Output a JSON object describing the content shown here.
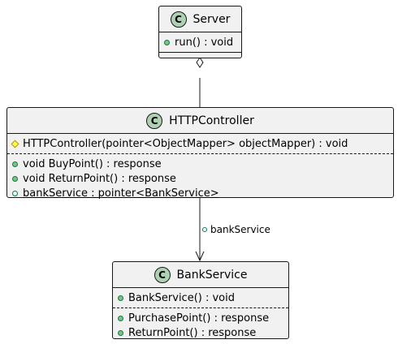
{
  "classes": {
    "server": {
      "badge": "C",
      "name": "Server",
      "methods": [
        {
          "visibility": "public",
          "text": "run() : void"
        }
      ]
    },
    "http_controller": {
      "badge": "C",
      "name": "HTTPController",
      "section1": [
        {
          "visibility": "protected",
          "text": "HTTPController(pointer<ObjectMapper> objectMapper) : void"
        }
      ],
      "section2": [
        {
          "visibility": "public",
          "text": "void BuyPoint() : response"
        },
        {
          "visibility": "public",
          "text": "void ReturnPoint() : response"
        },
        {
          "visibility": "public",
          "text": "bankService : pointer<BankService>",
          "static": true
        }
      ]
    },
    "bank_service": {
      "badge": "C",
      "name": "BankService",
      "section1": [
        {
          "visibility": "public",
          "text": "BankService() : void"
        }
      ],
      "section2": [
        {
          "visibility": "public",
          "text": "PurchasePoint() : response"
        },
        {
          "visibility": "public",
          "text": "ReturnPoint() : response"
        }
      ]
    }
  },
  "relations": {
    "aggregation": {
      "from": "Server",
      "to": "HTTPController",
      "type": "aggregation"
    },
    "association": {
      "from": "HTTPController",
      "to": "BankService",
      "type": "directed-association",
      "label": "bankService",
      "label_visibility": "public"
    }
  },
  "colors": {
    "class_fill": "#f1f1f1",
    "border": "#181818",
    "badge_fill": "#add1b2",
    "public_fill": "#84be84",
    "protected_fill": "#ffff44"
  }
}
